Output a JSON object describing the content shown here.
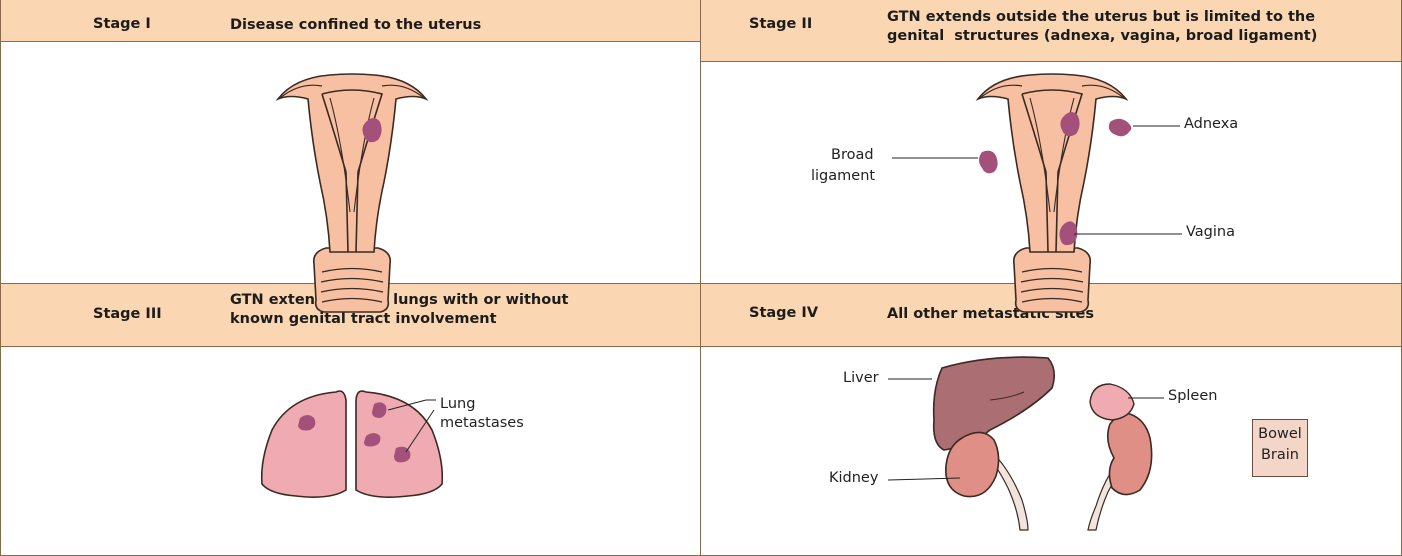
{
  "stages": [
    {
      "stage": "Stage I",
      "description": "Disease confined to the uterus"
    },
    {
      "stage": "Stage II",
      "description_line1": "GTN extends outside the uterus but is limited to the",
      "description_line2": "genital  structures (adnexa, vagina, broad ligament)"
    },
    {
      "stage": "Stage III",
      "description_line1": "GTN extends to the lungs with or without",
      "description_line2": "known genital tract involvement"
    },
    {
      "stage": "Stage IV",
      "description": "All other metastatic sites"
    }
  ],
  "labels": {
    "adnexa": "Adnexa",
    "broad_line1": "Broad",
    "broad_line2": "ligament",
    "vagina": "Vagina",
    "lung_line1": "Lung",
    "lung_line2": "metastases",
    "liver": "Liver",
    "spleen": "Spleen",
    "kidney": "Kidney",
    "other_sites": [
      "Bowel",
      "Brain"
    ]
  },
  "colors": {
    "header_fill": "#fbd6b2",
    "uterus_fill": "#f7c0a2",
    "tumor": "#a3517a",
    "lung_fill": "#f0aab2",
    "liver_fill": "#ab6e72",
    "kidney_fill": "#df8f86",
    "box_fill": "#f4d6c9"
  }
}
